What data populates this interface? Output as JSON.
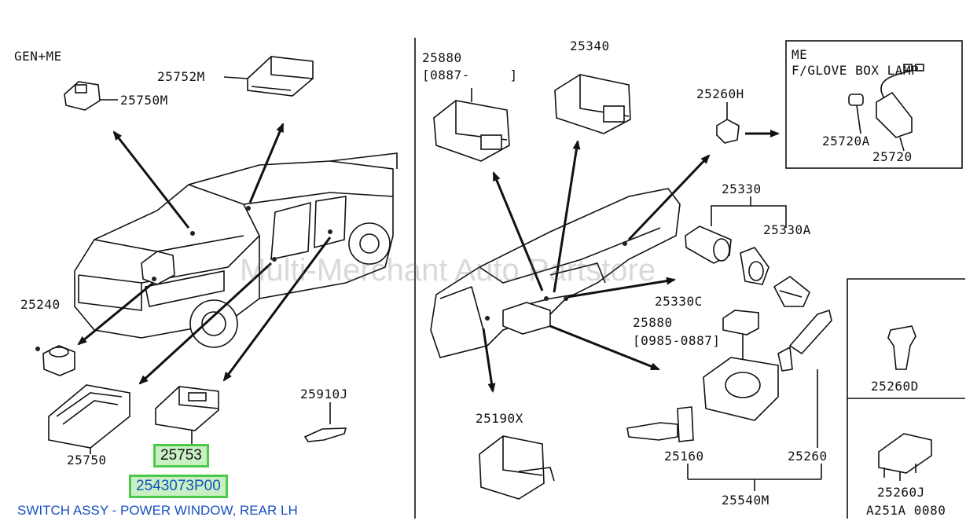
{
  "watermark": "Multi-Merchant Auto Partstore",
  "left_panel": {
    "variant": "GEN+ME",
    "labels": {
      "p25752M": "25752M",
      "p25750M": "25750M",
      "p25240": "25240",
      "p25910J": "25910J",
      "p25750": "25750",
      "p25753": "25753"
    }
  },
  "right_panel": {
    "labels": {
      "p25880a": "25880",
      "p25880a_range": "[0887-     ]",
      "p25340": "25340",
      "p25260H": "25260H",
      "p25330": "25330",
      "p25330A": "25330A",
      "p25330C": "25330C",
      "p25880b": "25880",
      "p25880b_range": "[0985-0887]",
      "p25190X": "25190X",
      "p25160": "25160",
      "p25260": "25260",
      "p25540M": "25540M"
    },
    "inset": {
      "variant": "ME",
      "title": "F/GLOVE BOX LAMP",
      "p25720A": "25720A",
      "p25720": "25720"
    },
    "side_box_top": {
      "p25260D": "25260D"
    },
    "side_box_bottom": {
      "p25260J": "25260J",
      "ref": "A251A 0080"
    }
  },
  "highlight": {
    "part_number": "25753",
    "oem_number": "2543073P00",
    "description": "SWITCH ASSY - POWER WINDOW, REAR LH"
  }
}
